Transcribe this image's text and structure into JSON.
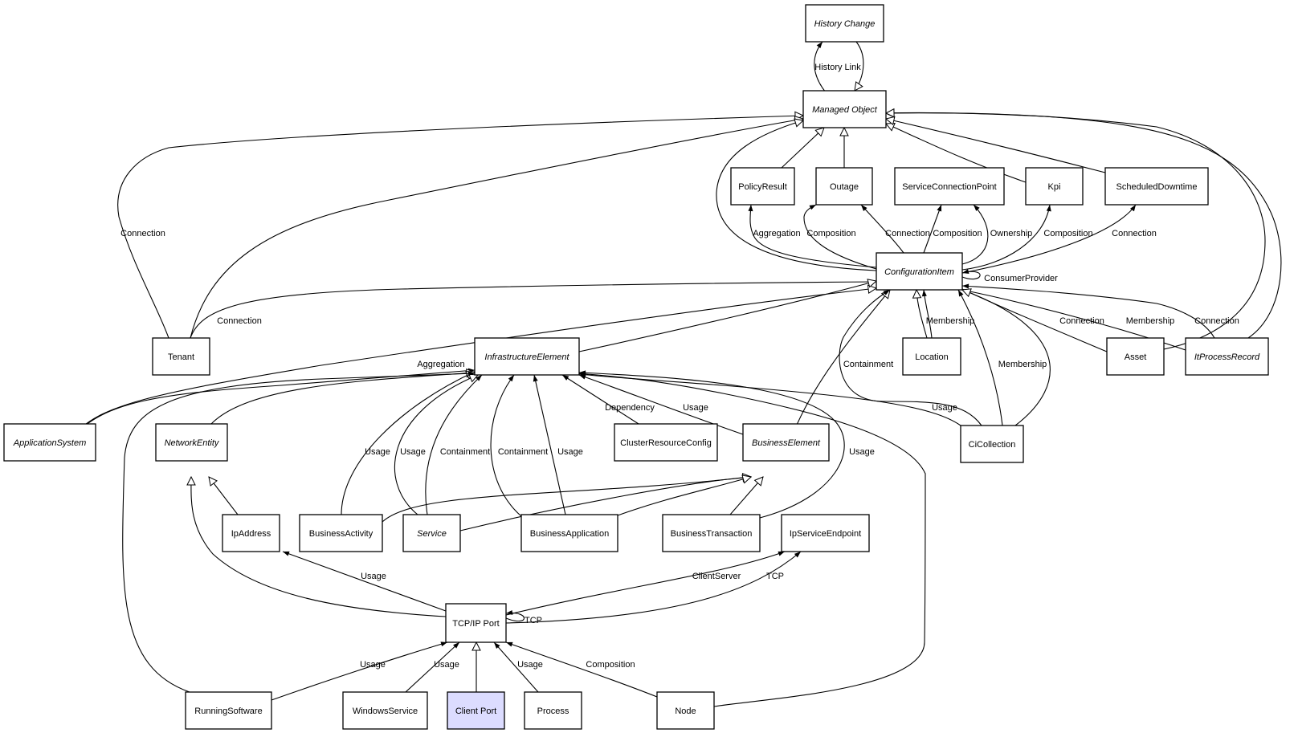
{
  "diagram": {
    "title": "",
    "colors": {
      "line": "#000000",
      "node_fill": "#ffffff",
      "highlight_fill": "#dcdcff"
    },
    "nodes": [
      {
        "id": "history-change",
        "label": "History Change",
        "abstract": true
      },
      {
        "id": "managed-object",
        "label": "Managed Object",
        "abstract": true
      },
      {
        "id": "policy-result",
        "label": "PolicyResult"
      },
      {
        "id": "outage",
        "label": "Outage"
      },
      {
        "id": "service-connection-point",
        "label": "ServiceConnectionPoint"
      },
      {
        "id": "kpi",
        "label": "Kpi"
      },
      {
        "id": "scheduled-downtime",
        "label": "ScheduledDowntime"
      },
      {
        "id": "configuration-item",
        "label": "ConfigurationItem",
        "abstract": true
      },
      {
        "id": "tenant",
        "label": "Tenant"
      },
      {
        "id": "infrastructure-element",
        "label": "InfrastructureElement",
        "abstract": true
      },
      {
        "id": "location",
        "label": "Location"
      },
      {
        "id": "asset",
        "label": "Asset"
      },
      {
        "id": "it-process-record",
        "label": "ItProcessRecord",
        "abstract": true
      },
      {
        "id": "application-system",
        "label": "ApplicationSystem",
        "abstract": true
      },
      {
        "id": "network-entity",
        "label": "NetworkEntity",
        "abstract": true
      },
      {
        "id": "cluster-resource-config",
        "label": "ClusterResourceConfig"
      },
      {
        "id": "business-element",
        "label": "BusinessElement",
        "abstract": true
      },
      {
        "id": "ci-collection",
        "label": "CiCollection"
      },
      {
        "id": "ip-address",
        "label": "IpAddress"
      },
      {
        "id": "business-activity",
        "label": "BusinessActivity"
      },
      {
        "id": "service",
        "label": "Service",
        "abstract": true
      },
      {
        "id": "business-application",
        "label": "BusinessApplication"
      },
      {
        "id": "business-transaction",
        "label": "BusinessTransaction"
      },
      {
        "id": "ip-service-endpoint",
        "label": "IpServiceEndpoint"
      },
      {
        "id": "tcp-ip-port",
        "label": "TCP/IP Port"
      },
      {
        "id": "running-software",
        "label": "RunningSoftware"
      },
      {
        "id": "windows-service",
        "label": "WindowsService"
      },
      {
        "id": "client-port",
        "label": "Client Port",
        "highlight": true
      },
      {
        "id": "process",
        "label": "Process"
      },
      {
        "id": "node",
        "label": "Node"
      }
    ],
    "edges": [
      {
        "id": "history-link-a",
        "label": "History Link",
        "kind": "assoc"
      },
      {
        "id": "history-link-b",
        "label": "",
        "kind": "inherit"
      },
      {
        "id": "tenant-to-mo",
        "label": "Connection",
        "kind": "inherit"
      },
      {
        "id": "tenant-to-mo-2",
        "label": "",
        "kind": "inherit"
      },
      {
        "id": "ci-to-mo",
        "label": "",
        "kind": "inherit"
      },
      {
        "id": "policy-to-mo",
        "label": "",
        "kind": "inherit"
      },
      {
        "id": "outage-to-mo",
        "label": "",
        "kind": "inherit"
      },
      {
        "id": "kpi-to-mo",
        "label": "",
        "kind": "inherit"
      },
      {
        "id": "sched-to-mo",
        "label": "",
        "kind": "inherit"
      },
      {
        "id": "asset-to-mo",
        "label": "",
        "kind": "inherit"
      },
      {
        "id": "itpr-to-mo",
        "label": "",
        "kind": "inherit"
      },
      {
        "id": "ci-aggregation",
        "label": "Aggregation",
        "kind": "assoc"
      },
      {
        "id": "ci-outage-composition",
        "label": "Composition",
        "kind": "assoc"
      },
      {
        "id": "ci-outage-connection",
        "label": "Connection",
        "kind": "assoc"
      },
      {
        "id": "ci-scp-composition",
        "label": "Composition",
        "kind": "assoc"
      },
      {
        "id": "ci-scp-ownership",
        "label": "Ownership",
        "kind": "assoc"
      },
      {
        "id": "ci-kpi-composition",
        "label": "Composition",
        "kind": "assoc"
      },
      {
        "id": "ci-sched-connection",
        "label": "Connection",
        "kind": "assoc"
      },
      {
        "id": "ci-consumer-provider",
        "label": "ConsumerProvider",
        "kind": "assoc"
      },
      {
        "id": "tenant-ci-connection",
        "label": "Connection",
        "kind": "assoc"
      },
      {
        "id": "appsys-to-ci",
        "label": "",
        "kind": "inherit"
      },
      {
        "id": "ie-to-ci",
        "label": "",
        "kind": "inherit"
      },
      {
        "id": "be-to-ci",
        "label": "",
        "kind": "inherit"
      },
      {
        "id": "location-to-ci",
        "label": "",
        "kind": "inherit"
      },
      {
        "id": "location-membership",
        "label": "Membership",
        "kind": "assoc"
      },
      {
        "id": "asset-connection",
        "label": "Connection",
        "kind": "assoc"
      },
      {
        "id": "itpr-membership",
        "label": "Membership",
        "kind": "assoc"
      },
      {
        "id": "itpr-connection",
        "label": "Connection",
        "kind": "assoc"
      },
      {
        "id": "cicoll-containment",
        "label": "Containment",
        "kind": "assoc"
      },
      {
        "id": "cicoll-membership",
        "label": "Membership",
        "kind": "assoc"
      },
      {
        "id": "cicoll-to-ci",
        "label": "",
        "kind": "inherit"
      },
      {
        "id": "appsys-aggregation",
        "label": "Aggregation",
        "kind": "assoc"
      },
      {
        "id": "ne-to-ie",
        "label": "",
        "kind": "inherit"
      },
      {
        "id": "ba-usage",
        "label": "Usage",
        "kind": "assoc"
      },
      {
        "id": "svc-usage",
        "label": "Usage",
        "kind": "assoc"
      },
      {
        "id": "svc-containment",
        "label": "Containment",
        "kind": "assoc"
      },
      {
        "id": "bapp-containment",
        "label": "Containment",
        "kind": "assoc"
      },
      {
        "id": "bapp-usage",
        "label": "Usage",
        "kind": "assoc"
      },
      {
        "id": "crc-dependency",
        "label": "Dependency",
        "kind": "assoc"
      },
      {
        "id": "be-usage",
        "label": "Usage",
        "kind": "assoc"
      },
      {
        "id": "bt-usage",
        "label": "Usage",
        "kind": "assoc"
      },
      {
        "id": "cicoll-usage",
        "label": "Usage",
        "kind": "assoc"
      },
      {
        "id": "rs-to-ie",
        "label": "",
        "kind": "assoc"
      },
      {
        "id": "node-to-ie",
        "label": "",
        "kind": "assoc"
      },
      {
        "id": "ip-to-ne",
        "label": "",
        "kind": "inherit"
      },
      {
        "id": "ba-to-be",
        "label": "",
        "kind": "inherit"
      },
      {
        "id": "svc-to-be",
        "label": "",
        "kind": "inherit"
      },
      {
        "id": "bapp-to-be",
        "label": "",
        "kind": "inherit"
      },
      {
        "id": "bt-to-be",
        "label": "",
        "kind": "inherit"
      },
      {
        "id": "tcp-to-ne",
        "label": "",
        "kind": "inherit"
      },
      {
        "id": "tcp-ip-usage",
        "label": "Usage",
        "kind": "assoc"
      },
      {
        "id": "tcp-clientserver",
        "label": "ClientServer",
        "kind": "assoc"
      },
      {
        "id": "tcp-ipse-tcp",
        "label": "TCP",
        "kind": "assoc"
      },
      {
        "id": "tcp-self",
        "label": "TCP",
        "kind": "assoc"
      },
      {
        "id": "rs-usage",
        "label": "Usage",
        "kind": "assoc"
      },
      {
        "id": "ws-usage",
        "label": "Usage",
        "kind": "assoc"
      },
      {
        "id": "cp-to-tcp",
        "label": "",
        "kind": "inherit"
      },
      {
        "id": "proc-usage",
        "label": "Usage",
        "kind": "assoc"
      },
      {
        "id": "node-composition",
        "label": "Composition",
        "kind": "assoc"
      }
    ]
  }
}
